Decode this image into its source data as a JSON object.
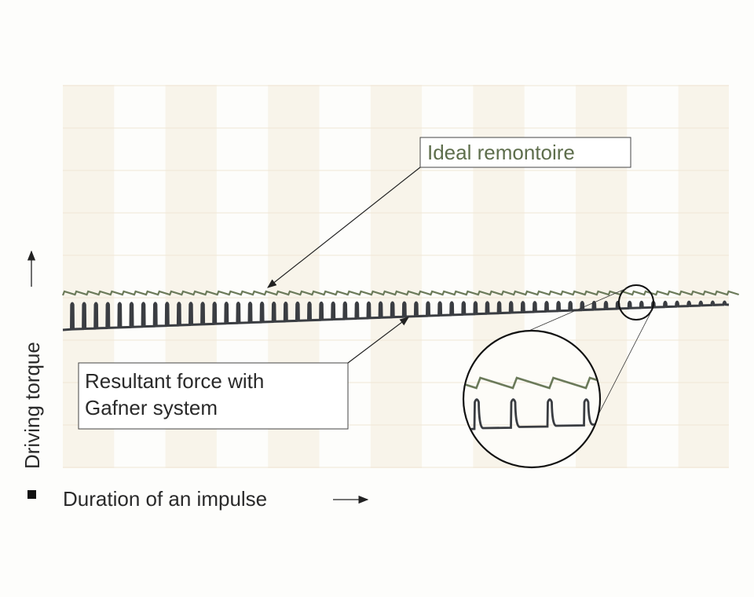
{
  "labels": {
    "ideal": "Ideal remontoire",
    "resultant_line1": "Resultant force with",
    "resultant_line2": "Gafner system",
    "y_axis": "Driving torque",
    "x_axis": "Duration of an impulse"
  },
  "colors": {
    "ideal_line": "#6b7a5a",
    "resultant_line": "#3a3d42",
    "stripe": "#f8f4ea",
    "grid": "#efe6d6"
  }
}
